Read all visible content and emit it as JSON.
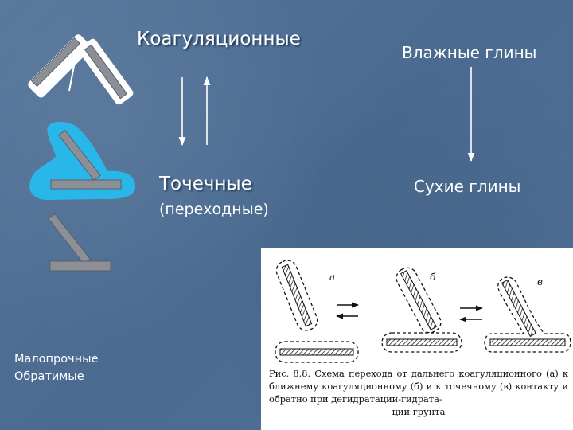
{
  "labels": {
    "coagulation": "Коагуляционные",
    "wet_clays": "Влажные глины",
    "point": "Точечные",
    "transitional": "(переходные)",
    "dry_clays": "Сухие глины",
    "weak_line1": "Малопрочные",
    "weak_line2": "Обратимые"
  },
  "figure": {
    "letter_a": "а",
    "letter_b": "б",
    "letter_c": "в",
    "caption_main": "Рис. 8.8. Схема перехода от дальнего коагуляционного (а) к ближнему коагуляционному (б) и к точечному (в) контакту и обратно при дегидратации-гидрата-",
    "caption_last": "ции грунта"
  },
  "colors": {
    "background": "#4f6f94",
    "particle": "#8c9096",
    "hydrate_shell": "#29b6e8"
  }
}
